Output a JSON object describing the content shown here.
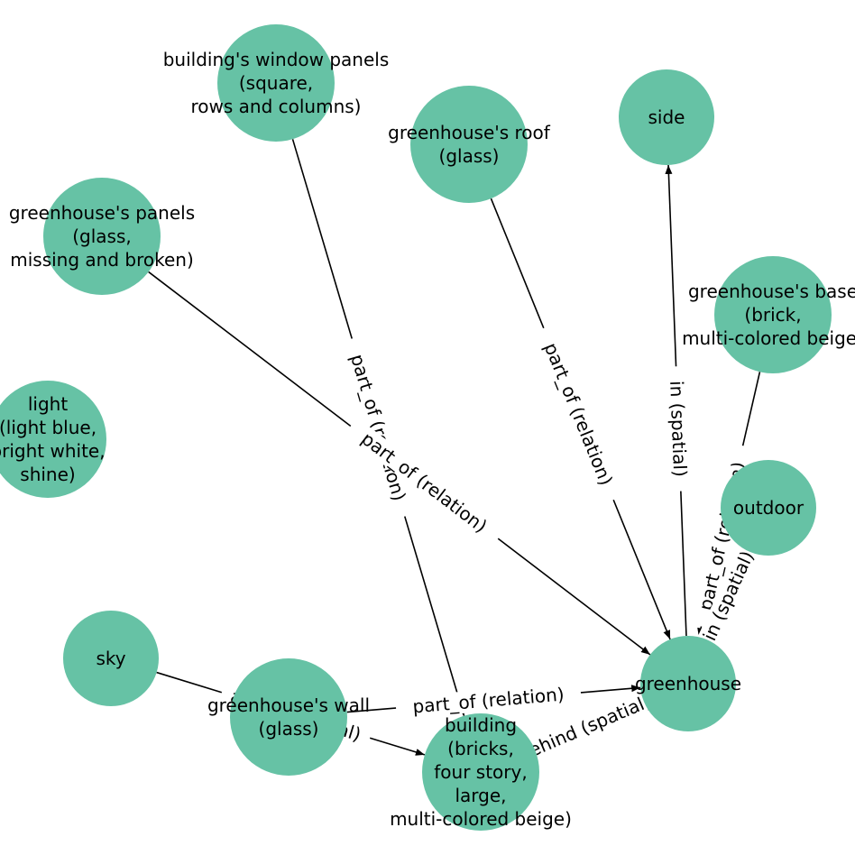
{
  "diagram": {
    "node_color": "#66c2a5",
    "edge_color": "#000000",
    "nodes": [
      {
        "id": "window_panels",
        "label": [
          "building's window panels",
          "(square,",
          "rows and columns)"
        ]
      },
      {
        "id": "roof",
        "label": [
          "greenhouse's roof",
          "(glass)"
        ]
      },
      {
        "id": "side",
        "label": [
          "side"
        ]
      },
      {
        "id": "panels",
        "label": [
          "greenhouse's panels",
          "(glass,",
          "missing and broken)"
        ]
      },
      {
        "id": "base",
        "label": [
          "greenhouse's base",
          "(brick,",
          "multi-colored beige)"
        ]
      },
      {
        "id": "light",
        "label": [
          "light",
          "(light blue,",
          "bright white,",
          "shine)"
        ]
      },
      {
        "id": "outdoor",
        "label": [
          "outdoor"
        ]
      },
      {
        "id": "sky",
        "label": [
          "sky"
        ]
      },
      {
        "id": "greenhouse",
        "label": [
          "greenhouse"
        ]
      },
      {
        "id": "wall",
        "label": [
          "greenhouse's wall",
          "(glass)"
        ]
      },
      {
        "id": "building",
        "label": [
          "building",
          "(bricks,",
          "four story,",
          "large,",
          "multi-colored beige)"
        ]
      }
    ],
    "edges": [
      {
        "source": "window_panels",
        "target": "building",
        "label": "part_of (relation)"
      },
      {
        "source": "panels",
        "target": "greenhouse",
        "label": "part_of (relation)"
      },
      {
        "source": "roof",
        "target": "greenhouse",
        "label": "part_of (relation)"
      },
      {
        "source": "greenhouse",
        "target": "side",
        "label": "in (spatial)"
      },
      {
        "source": "base",
        "target": "greenhouse",
        "label": "part_of (relation)"
      },
      {
        "source": "greenhouse",
        "target": "outdoor",
        "label": "in (spatial)"
      },
      {
        "source": "wall",
        "target": "greenhouse",
        "label": "part_of (relation)"
      },
      {
        "source": "greenhouse",
        "target": "building",
        "label": "behind (spatial)"
      },
      {
        "source": "sky",
        "target": "building",
        "label": "above (spatial)"
      }
    ]
  }
}
